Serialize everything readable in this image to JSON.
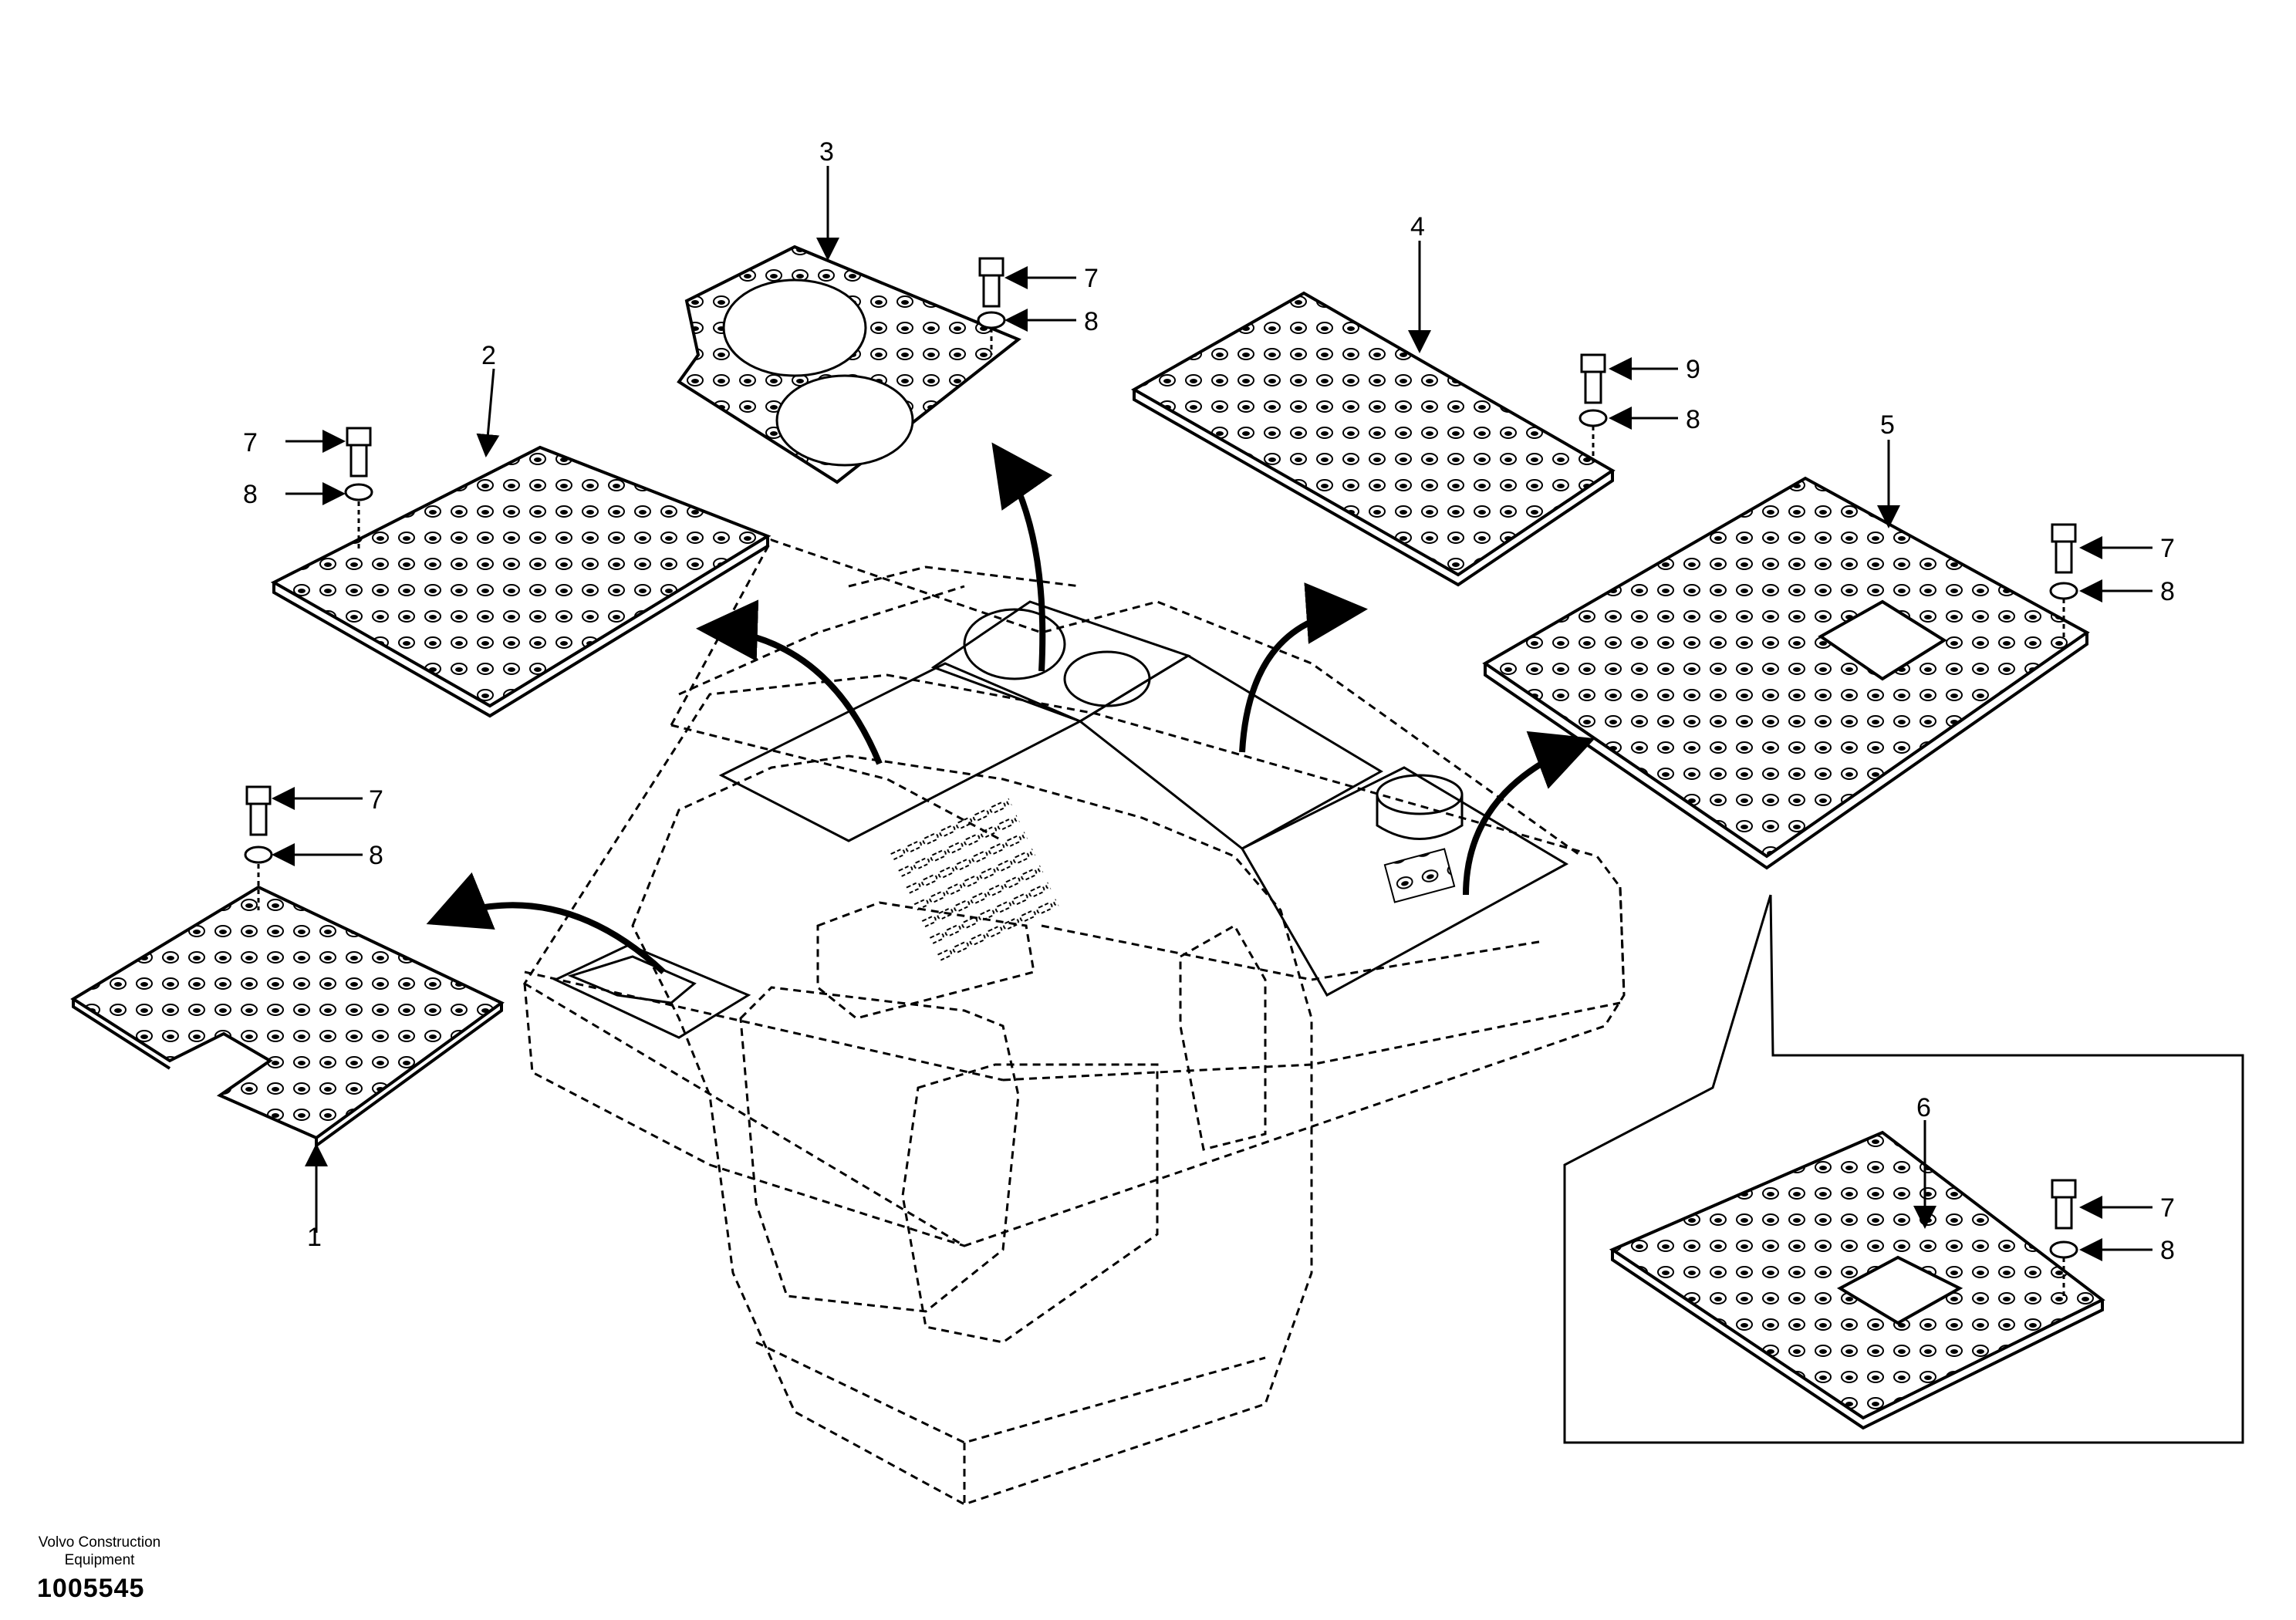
{
  "footer": {
    "brand_line1": "Volvo Construction",
    "brand_line2": "Equipment",
    "document_number": "1005545"
  },
  "callouts": [
    {
      "id": "c1",
      "label": "1"
    },
    {
      "id": "c2",
      "label": "2"
    },
    {
      "id": "c3",
      "label": "3"
    },
    {
      "id": "c4",
      "label": "4"
    },
    {
      "id": "c5",
      "label": "5"
    },
    {
      "id": "c6",
      "label": "6"
    },
    {
      "id": "c7a",
      "label": "7"
    },
    {
      "id": "c8a",
      "label": "8"
    },
    {
      "id": "c7b",
      "label": "7"
    },
    {
      "id": "c8b",
      "label": "8"
    },
    {
      "id": "c9",
      "label": "9"
    },
    {
      "id": "c8c",
      "label": "8"
    },
    {
      "id": "c7c",
      "label": "7"
    },
    {
      "id": "c8d",
      "label": "8"
    },
    {
      "id": "c7d",
      "label": "7"
    },
    {
      "id": "c8e",
      "label": "8"
    },
    {
      "id": "c7e",
      "label": "7"
    },
    {
      "id": "c8f",
      "label": "8"
    }
  ]
}
